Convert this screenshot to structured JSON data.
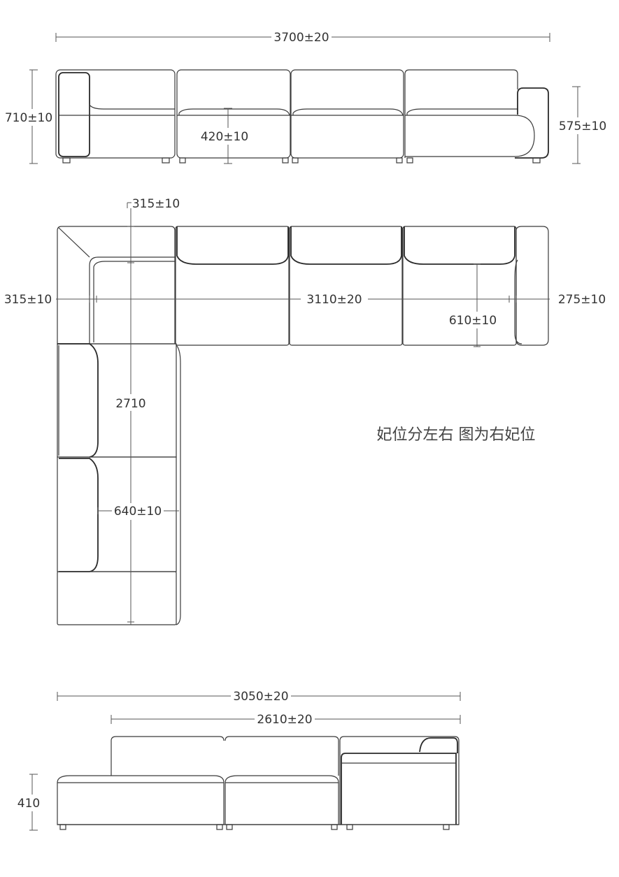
{
  "front_view": {
    "overall_width": "3700±20",
    "total_height": "710±10",
    "seat_height": "420±10",
    "arm_height": "575±10"
  },
  "plan_view": {
    "back_top": "315±10",
    "back_left": "315±10",
    "main_width": "3110±20",
    "arm_right": "275±10",
    "seat_depth": "610±10",
    "chaise_length": "2710",
    "chaise_width": "640±10"
  },
  "note": "妃位分左右 图为右妃位",
  "side_view": {
    "overall_width": "3050±20",
    "back_width": "2610±20",
    "seat_height": "410"
  }
}
